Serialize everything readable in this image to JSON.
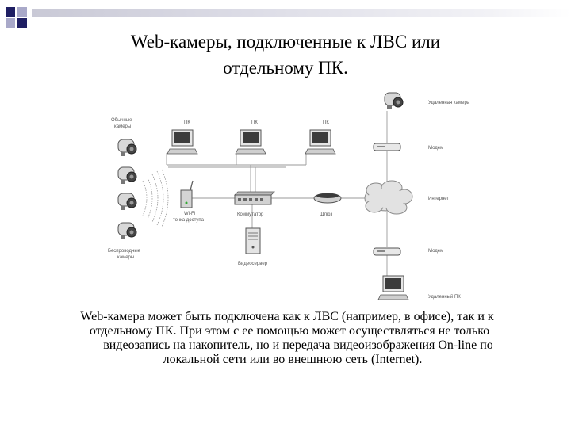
{
  "title": {
    "line1": "Web-камеры, подключенные к ЛВС или",
    "line2": "отдельному ПК."
  },
  "diagram": {
    "labels": {
      "regular_cameras_1": "Обычные",
      "regular_cameras_2": "камеры",
      "pc1": "ПК",
      "pc2": "ПК",
      "pc3": "ПК",
      "remote_camera": "Удаленная камера",
      "modem_top": "Модем",
      "internet": "Интернет",
      "wifi_1": "Wi-Fi",
      "wifi_2": "точка доступа",
      "switch": "Коммутатор",
      "gateway": "Шлюз",
      "wireless_cameras_1": "Беспроводные",
      "wireless_cameras_2": "камеры",
      "video_server": "Видеосервер",
      "modem_bottom": "Модем",
      "remote_pc": "Удаленный ПК"
    }
  },
  "caption": {
    "line1": "Web-камера может быть подключена как к ЛВС (например, в офисе), так и к",
    "line2": "отдельному ПК. При этом с ее помощью может осуществляться не только",
    "line3": "видеозапись на накопитель, но и передача видеоизображения On-line по",
    "line4": "локальной сети или  во внешнюю сеть (Internet)."
  },
  "colors": {
    "accent_dark": "#1f1f63",
    "accent_light": "#a9a9c9",
    "bar_start": "#c9c9d6"
  }
}
